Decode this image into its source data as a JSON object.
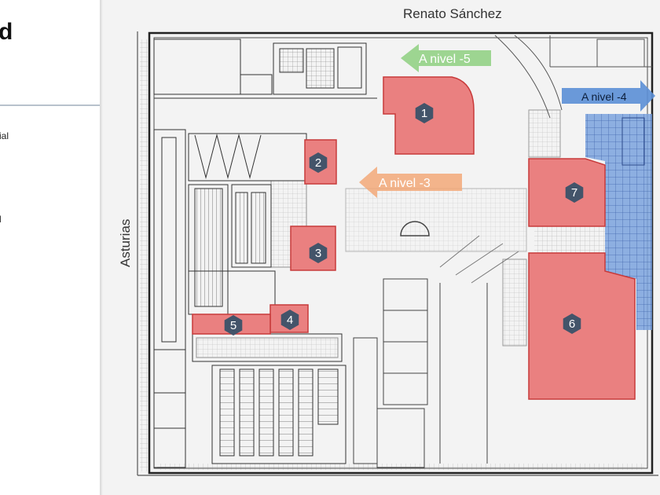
{
  "sidebar": {
    "title_fragment": "d",
    "line_a": "ial",
    "line_b": "l"
  },
  "streets": {
    "top": "Renato Sánchez",
    "left": "Asturias"
  },
  "level_arrows": [
    {
      "label": "A nivel -5",
      "color": "#8dcf7f"
    },
    {
      "label": "A nivel -4",
      "color": "#5b8fd6"
    },
    {
      "label": "A nivel -3",
      "color": "#f2a878"
    }
  ],
  "zones": [
    {
      "number": "1"
    },
    {
      "number": "2"
    },
    {
      "number": "3"
    },
    {
      "number": "4"
    },
    {
      "number": "5"
    },
    {
      "number": "6"
    },
    {
      "number": "7"
    }
  ],
  "colors": {
    "zone_fill": "#ea8080",
    "zone_stroke": "#c83a3a",
    "badge": "#43546a",
    "blue_zone": "#7aa2dd"
  }
}
